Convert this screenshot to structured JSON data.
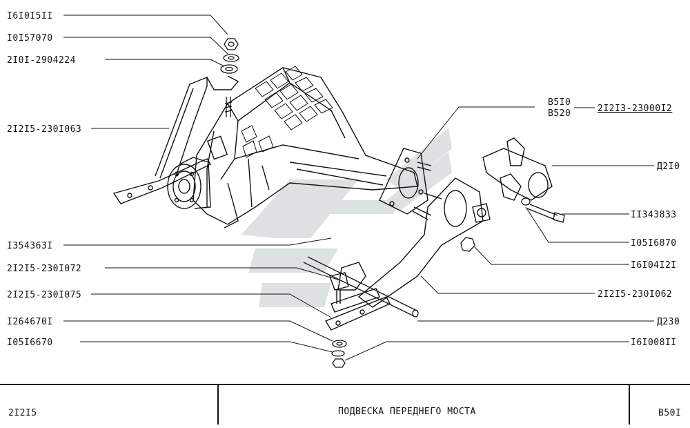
{
  "parts_left": [
    {
      "id": "L1",
      "code": "I6I0I5II"
    },
    {
      "id": "L2",
      "code": "I0I57070"
    },
    {
      "id": "L3",
      "code": "2I0I-2904224"
    },
    {
      "id": "L4",
      "code": "2I2I5-230I063"
    },
    {
      "id": "L5",
      "code": "I354363I"
    },
    {
      "id": "L6",
      "code": "2I2I5-230I072"
    },
    {
      "id": "L7",
      "code": "2I2I5-230I075"
    },
    {
      "id": "L8",
      "code": "I264670I"
    },
    {
      "id": "L9",
      "code": "I05I6670"
    }
  ],
  "parts_right": [
    {
      "id": "R1a",
      "code": "B5I0"
    },
    {
      "id": "R1b",
      "code": "B520"
    },
    {
      "id": "R1c",
      "code": "2I2I3-23000I2"
    },
    {
      "id": "R2",
      "code": "Д2I0"
    },
    {
      "id": "R3",
      "code": "II343833"
    },
    {
      "id": "R4",
      "code": "I05I6870"
    },
    {
      "id": "R5",
      "code": "I6I04I2I"
    },
    {
      "id": "R6",
      "code": "2I2I5-230I062"
    },
    {
      "id": "R7",
      "code": "Д230"
    },
    {
      "id": "R8",
      "code": "I6I008II"
    }
  ],
  "footer": {
    "model": "2I2I5",
    "title": "ПОДВЕСКА ПЕРЕДНЕГО МОСТА",
    "page": "B50I"
  }
}
